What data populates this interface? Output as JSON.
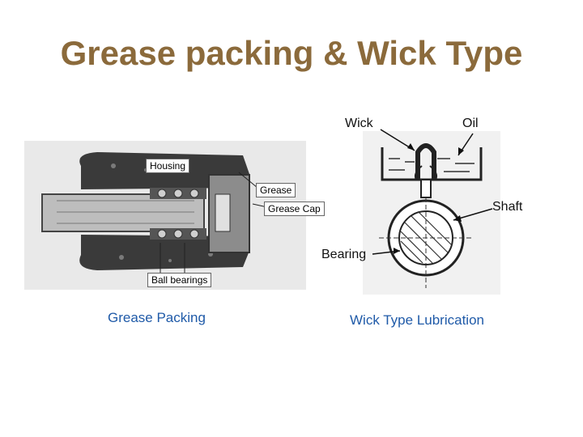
{
  "title": "Grease packing & Wick Type",
  "left_diagram": {
    "labels": {
      "housing": "Housing",
      "grease": "Grease",
      "grease_cap": "Grease Cap",
      "ball_bearings": "Ball bearings"
    },
    "caption": "Grease Packing"
  },
  "right_diagram": {
    "labels": {
      "wick": "Wick",
      "oil": "Oil",
      "shaft": "Shaft",
      "bearing": "Bearing"
    },
    "caption": "Wick Type Lubrication"
  }
}
